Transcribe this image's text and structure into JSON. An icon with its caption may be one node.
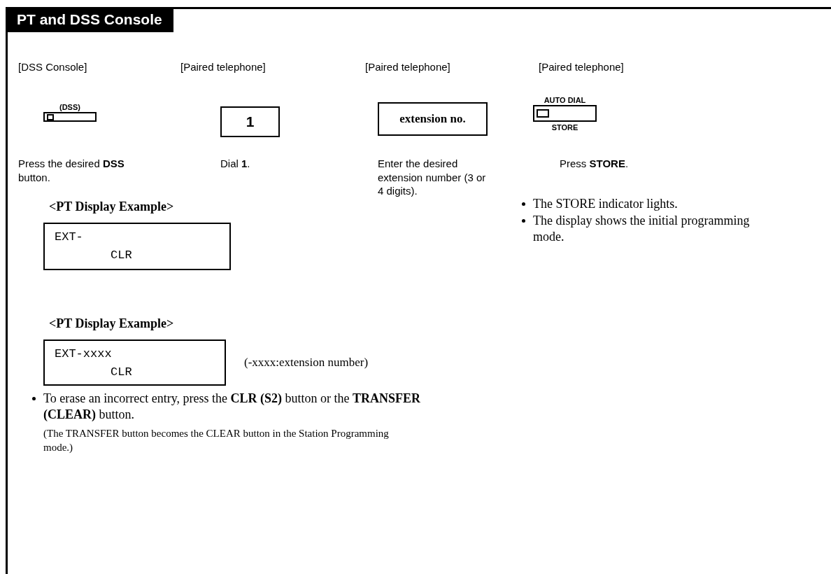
{
  "diagram": {
    "title": "PT and DSS Console",
    "nodes": [
      {
        "text": [
          "(DSS)"
        ]
      },
      {
        "text": [
          "1"
        ]
      },
      {
        "text": [
          "extension no."
        ]
      },
      {
        "text": [
          "AUTO DIAL",
          "STORE"
        ]
      },
      {
        "text": [
          "EXT-",
          "CLR"
        ]
      },
      {
        "text": [
          "EXT-xxxx",
          "CLR"
        ],
        "beside": [
          "(-xxxx:extension number)"
        ]
      }
    ],
    "labels": [
      "[DSS Console]",
      "[Paired telephone]",
      "[Paired telephone]",
      "[Paired telephone]",
      "Press the desired **DSS** button.",
      "Dial **1**.",
      "Enter the desired extension number (3 or 4 digits).",
      "Press **STORE**.",
      "<PT Display Example>",
      "The STORE indicator lights.",
      "The display shows the initial programming mode.",
      "<PT Display Example>",
      "To erase an incorrect entry, press the **CLR (S2)** button or the **TRANSFER (CLEAR)** button.",
      "(The TRANSFER button becomes the CLEAR button in the Station Programming mode.)"
    ]
  }
}
